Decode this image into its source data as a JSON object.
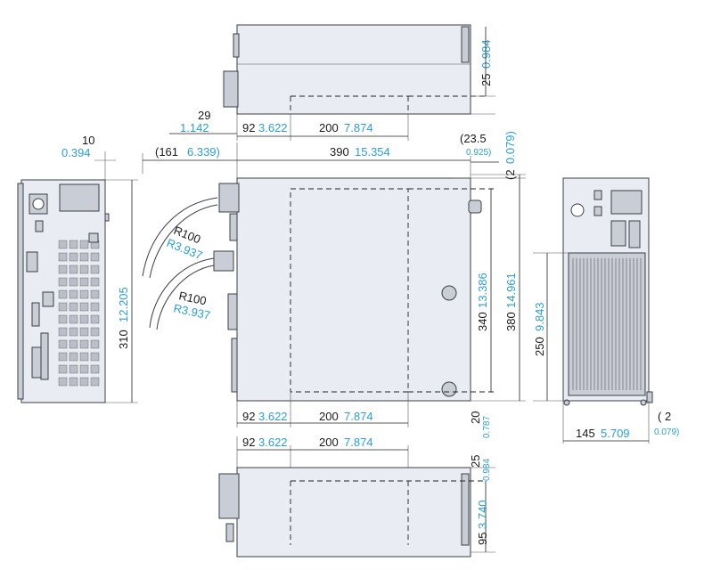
{
  "dimensions": {
    "top_height_mm": "25",
    "top_height_in": "0.984",
    "offset29_mm": "29",
    "offset29_in": "1.142",
    "hole_x_mm": "92",
    "hole_x_in": "3.622",
    "hole_span_mm": "200",
    "hole_span_in": "7.874",
    "side_depth_mm": "10",
    "side_depth_in": "0.394",
    "cable_len_mm": "(161",
    "cable_len_in": "6.339)",
    "width_mm": "390",
    "width_in": "15.354",
    "right_gap_mm": "(23.5",
    "right_gap_in": "0.925)",
    "top_gap_mm": "(2",
    "top_gap_in": "0.079)",
    "bend_r_mm": "R100",
    "bend_r_in": "R3.937",
    "height_mm": "310",
    "height_in": "12.205",
    "hole_pitch_mm": "340",
    "hole_pitch_in": "13.386",
    "depth_mm": "380",
    "depth_in": "14.961",
    "vent_h_mm": "250",
    "vent_h_in": "9.843",
    "bottom_gap_mm": "20",
    "bottom_gap_in": "0.787",
    "bottom_top_mm": "25",
    "bottom_top_in": "0.984",
    "bottom_h_mm": "95",
    "bottom_h_in": "3.740",
    "back_w_mm": "145",
    "back_w_in": "5.709",
    "back_gap_mm": "( 2",
    "back_gap_in": "0.079)"
  }
}
